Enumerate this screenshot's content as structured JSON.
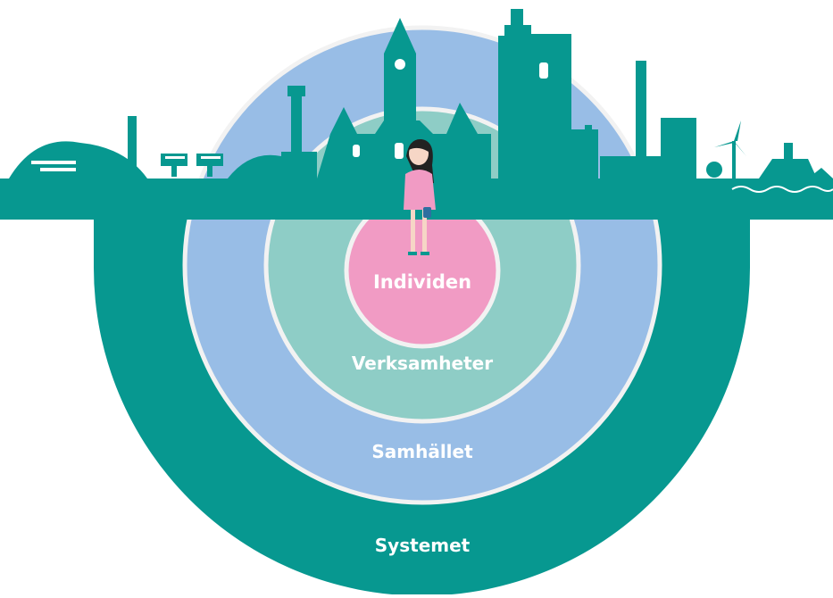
{
  "rings": [
    {
      "id": "systemet",
      "label": "Systemet",
      "color": "#079890"
    },
    {
      "id": "samhallet",
      "label": "Samhället",
      "color": "#98bde6"
    },
    {
      "id": "verksamheter",
      "label": "Verksamheter",
      "color": "#8ecdc6"
    },
    {
      "id": "individen",
      "label": "Individen",
      "color": "#f19bc4"
    }
  ],
  "colors": {
    "skyline": "#079890",
    "ring_border": "#f2f2f2",
    "label_text": "#ffffff",
    "person_dress": "#f19bc4",
    "person_hair": "#222222"
  },
  "icons": [
    "skyline",
    "castle-tower-icon",
    "clock-tower-icon",
    "solar-panel-icon",
    "wind-turbine-icon",
    "ship-icon",
    "factory-chimney-icon",
    "tree-icon",
    "woman-figure-icon"
  ]
}
